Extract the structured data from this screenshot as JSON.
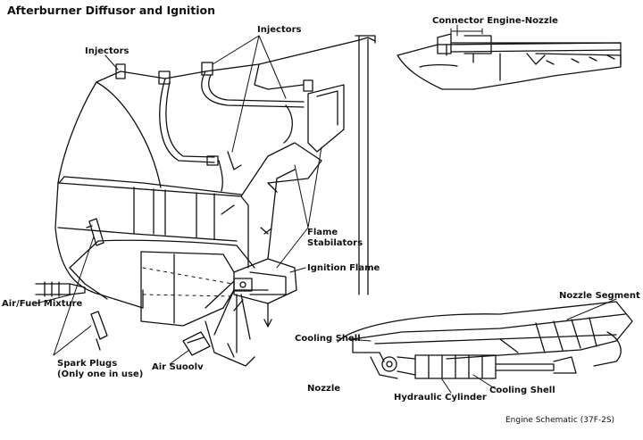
{
  "title": "Afterburner Diffusor and Ignition",
  "caption": "Engine Schematic (37F-2S)",
  "labels": {
    "injectors_left": "Injectors",
    "injectors_top": "Injectors",
    "connector": "Connector Engine-Nozzle",
    "flame_stabilators_1": "Flame",
    "flame_stabilators_2": "Stabilators",
    "ignition_flame": "Ignition Flame",
    "air_fuel_mixture": "Air/Fuel Mixture",
    "spark_plugs_1": "Spark Plugs",
    "spark_plugs_2": "(Only one in use)",
    "air_supply": "Air Suoolv",
    "nozzle_segment": "Nozzle Segment",
    "cooling_shell_left": "Cooling Shell",
    "cooling_shell_right": "Cooling Shell",
    "nozzle": "Nozzle",
    "hydraulic_cylinder": "Hydraulic Cylinder"
  },
  "colors": {
    "ink": "#111111",
    "paper": "#ffffff"
  }
}
